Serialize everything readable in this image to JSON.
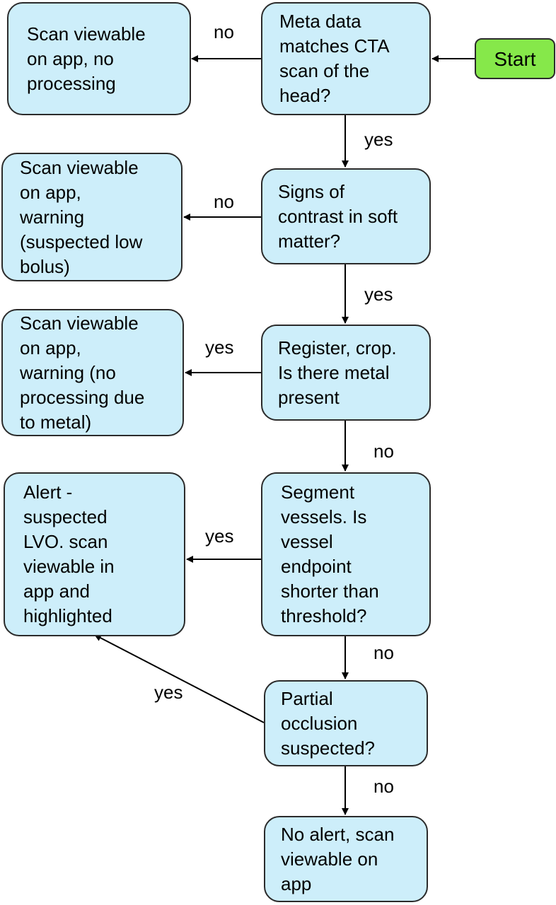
{
  "nodes": {
    "start": "Start",
    "meta_check": "Meta data\nmatches CTA\nscan of the\nhead?",
    "no_processing": "Scan viewable\non app, no\nprocessing",
    "contrast_check": "Signs of\ncontrast in soft\nmatter?",
    "low_bolus": "Scan viewable\non app,\nwarning\n(suspected low\nbolus)",
    "metal_check": "Register, crop.\nIs there metal\npresent",
    "metal_warning": "Scan viewable\non app,\nwarning (no\nprocessing due\nto metal)",
    "vessel_check": "Segment\nvessels. Is\nvessel\nendpoint\nshorter than\nthreshold?",
    "lvo_alert": "Alert -\nsuspected\nLVO. scan\nviewable in\napp and\nhighlighted",
    "partial_check": "Partial\nocclusion\nsuspected?",
    "no_alert": "No alert, scan\nviewable on\napp"
  },
  "edge_labels": {
    "meta_no": "no",
    "meta_yes": "yes",
    "contrast_no": "no",
    "contrast_yes": "yes",
    "metal_yes": "yes",
    "metal_no": "no",
    "vessel_yes": "yes",
    "vessel_no": "no",
    "partial_yes": "yes",
    "partial_no": "no"
  },
  "colors": {
    "box_fill": "#cdeefa",
    "start_fill": "#86e84a",
    "border": "#2b2b2b",
    "arrow": "#000000"
  }
}
